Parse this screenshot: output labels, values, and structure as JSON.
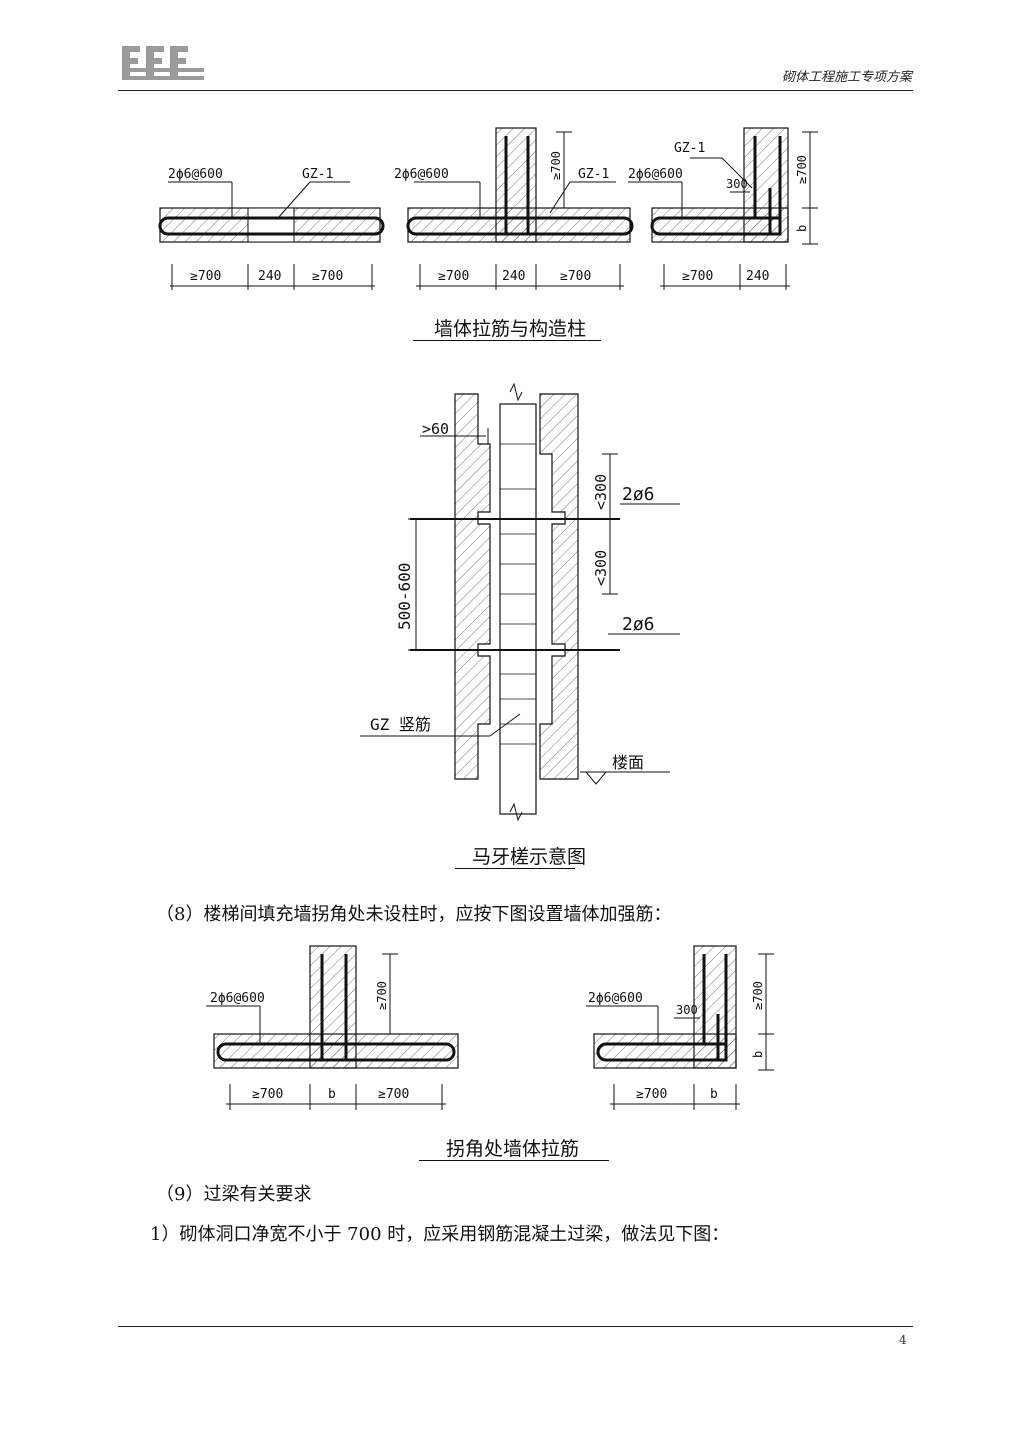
{
  "header": {
    "title": "砌体工程施工专项方案"
  },
  "figure1": {
    "caption": "墙体拉筋与构造柱",
    "left": {
      "rebar": "2ϕ6@600",
      "gz": "GZ-1",
      "d1": "≥700",
      "d2": "240",
      "d3": "≥700"
    },
    "mid": {
      "rebar": "2ϕ6@600",
      "gz": "GZ-1",
      "d1": "≥700",
      "d2": "240",
      "d3": "≥700",
      "v": "≥700"
    },
    "right": {
      "rebar": "2ϕ6@600",
      "gz": "GZ-1",
      "d1": "≥700",
      "d2": "240",
      "v1": "≥700",
      "v2": "b",
      "s": "300"
    }
  },
  "figure2": {
    "caption": "马牙槎示意图",
    "offset": ">60",
    "spacing": "500-600",
    "s1": "<300",
    "s2": "<300",
    "bar1": "2ø6",
    "bar2": "2ø6",
    "gz_label": "GZ 竖筋",
    "floor": "楼面"
  },
  "para8": "（8）楼梯间填充墙拐角处未设柱时，应按下图设置墙体加强筋：",
  "figure3": {
    "caption": "拐角处墙体拉筋",
    "left": {
      "rebar": "2ϕ6@600",
      "d1": "≥700",
      "d2": "b",
      "d3": "≥700",
      "v": "≥700"
    },
    "right": {
      "rebar": "2ϕ6@600",
      "d1": "≥700",
      "d2": "b",
      "v1": "≥700",
      "v2": "b",
      "s": "300"
    }
  },
  "para9": "（9）过梁有关要求",
  "para9_1": "1）砌体洞口净宽不小于 700 时，应采用钢筋混凝土过梁，做法见下图：",
  "footer": {
    "page": "4"
  }
}
